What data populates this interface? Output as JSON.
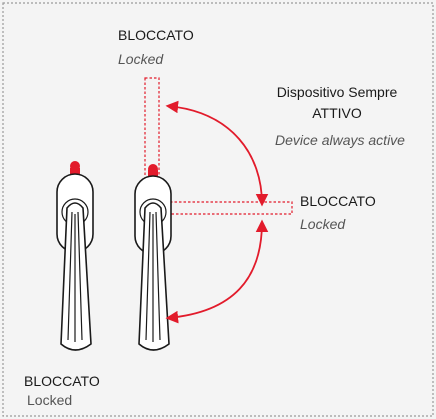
{
  "colors": {
    "accent": "#e21b2b",
    "ink": "#1a1a1a",
    "muted": "#555555",
    "panel": "#f4f4f4"
  },
  "labels": {
    "top": {
      "main": "BLOCCATO",
      "sub": "Locked"
    },
    "active": {
      "line1": "Dispositivo Sempre",
      "line2": "ATTIVO",
      "sub": "Device always active"
    },
    "right": {
      "main": "BLOCCATO",
      "sub": "Locked"
    },
    "bottom": {
      "main": "BLOCCATO",
      "sub": "Locked"
    }
  },
  "icons": {
    "handle_left": "window-handle-icon",
    "handle_right": "window-handle-icon",
    "lock_button": "lock-button-icon",
    "rotation_arrows": "rotation-arrow-icon"
  }
}
